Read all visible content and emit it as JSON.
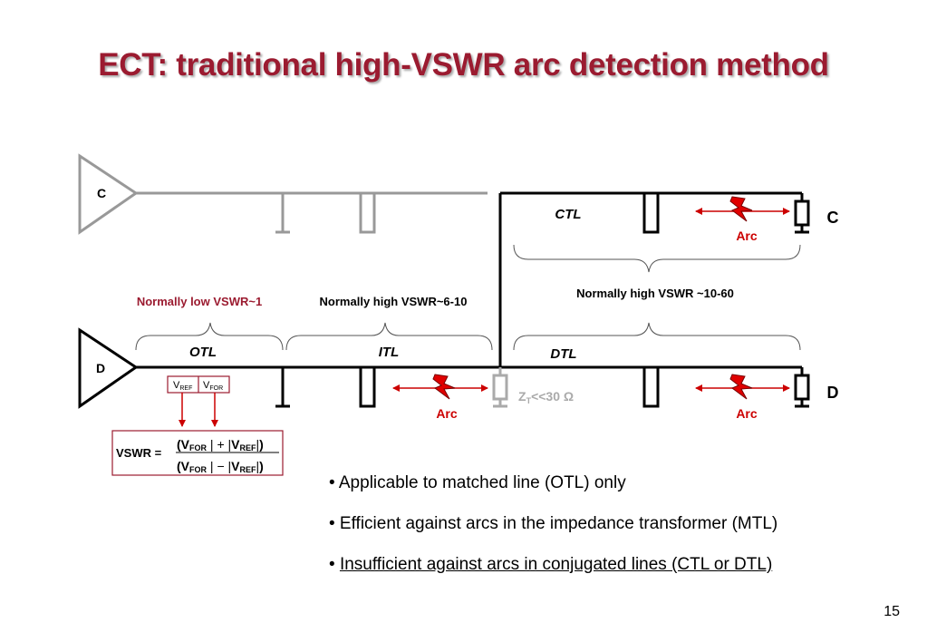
{
  "title": "ECT: traditional high-VSWR arc detection method",
  "diagram": {
    "source_c_label": "C",
    "source_d_label": "D",
    "load_c_label": "C",
    "load_d_label": "D",
    "otl_label": "OTL",
    "itl_label": "ITL",
    "ctl_label": "CTL",
    "dtl_label": "DTL",
    "otl_vswr": "Normally low VSWR~1",
    "itl_vswr": "Normally high VSWR~6-10",
    "ctl_dtl_vswr": "Normally high VSWR ~10-60",
    "arc_label": "Arc",
    "zt_label_main": "Z",
    "zt_label_sub": "T",
    "zt_label_rest": "<<30 Ω",
    "vref_main": "V",
    "vref_sub": "REF",
    "vfor_main": "V",
    "vfor_sub": "FOR",
    "formula_lhs": "VSWR =",
    "formula_num_a": "V",
    "formula_num_a_sub": "FOR",
    "formula_op_plus": "+",
    "formula_num_b": "V",
    "formula_num_b_sub": "REF",
    "formula_den_a": "V",
    "formula_den_a_sub": "FOR",
    "formula_op_minus": "−",
    "formula_den_b": "V",
    "formula_den_b_sub": "REF"
  },
  "bullets": {
    "b1": "• Applicable to matched line (OTL) only",
    "b2": "• Efficient against arcs in the impedance transformer (MTL)",
    "b3_prefix": "• ",
    "b3": "Insufficient against arcs in conjugated lines (CTL or DTL)"
  },
  "page_number": "15",
  "colors": {
    "title": "#9b1b30",
    "line": "#000000",
    "gray": "#999999",
    "red": "#cc0000",
    "formula_border": "#9b1b30"
  }
}
